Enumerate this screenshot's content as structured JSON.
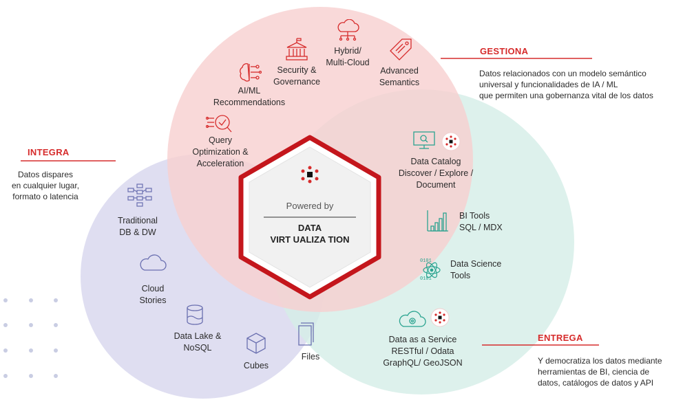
{
  "colors": {
    "accent": "#d62b2b",
    "integra": "#c9c8e6",
    "gestiona": "#f6c9c9",
    "entrega": "#cfe9e3"
  },
  "center": {
    "powered_by": "Powered by",
    "line1": "DATA",
    "line2": "VIRT UALIZA TION"
  },
  "integra": {
    "title": "INTEGRA",
    "desc": [
      "Datos dispares",
      "en cualquier lugar,",
      "formato o latencia"
    ],
    "items": [
      {
        "lines": [
          "Traditional",
          "DB & DW"
        ],
        "icon": "database-network-icon"
      },
      {
        "lines": [
          "Cloud",
          "Stories"
        ],
        "icon": "cloud-icon"
      },
      {
        "lines": [
          "Data Lake &",
          "NoSQL"
        ],
        "icon": "data-lake-icon"
      },
      {
        "lines": [
          "Cubes"
        ],
        "icon": "cube-icon"
      },
      {
        "lines": [
          "Files"
        ],
        "icon": "files-icon"
      }
    ]
  },
  "gestiona": {
    "title": "GESTIONA",
    "desc": [
      "Datos relacionados con un modelo semántico",
      "universal y funcionalidades de IA / ML",
      "que permiten una gobernanza vital de los datos"
    ],
    "items": [
      {
        "lines": [
          "Query",
          "Optimization &",
          "Acceleration"
        ],
        "icon": "query-optimization-icon"
      },
      {
        "lines": [
          "AI/ML",
          "Recommendations"
        ],
        "icon": "ai-brain-icon"
      },
      {
        "lines": [
          "Security &",
          "Governance"
        ],
        "icon": "governance-building-icon"
      },
      {
        "lines": [
          "Hybrid/",
          "Multi-Cloud"
        ],
        "icon": "hybrid-cloud-icon"
      },
      {
        "lines": [
          "Advanced",
          "Semantics"
        ],
        "icon": "semantic-tag-icon"
      }
    ]
  },
  "entrega": {
    "title": "ENTREGA",
    "desc": [
      "Y democratiza los datos mediante",
      "herramientas de BI, ciencia de",
      "datos, catálogos de datos y API"
    ],
    "items": [
      {
        "lines": [
          "Data Catalog",
          "Discover / Explore /",
          "Document"
        ],
        "icon": "data-catalog-icon"
      },
      {
        "lines": [
          "BI Tools",
          "SQL / MDX"
        ],
        "icon": "bar-chart-icon"
      },
      {
        "lines": [
          "Data Science",
          "Tools"
        ],
        "icon": "data-science-icon"
      },
      {
        "lines": [
          "Data as a Service",
          "RESTful / Odata",
          "GraphQL/ GeoJSON"
        ],
        "icon": "cloud-service-icon"
      }
    ]
  }
}
